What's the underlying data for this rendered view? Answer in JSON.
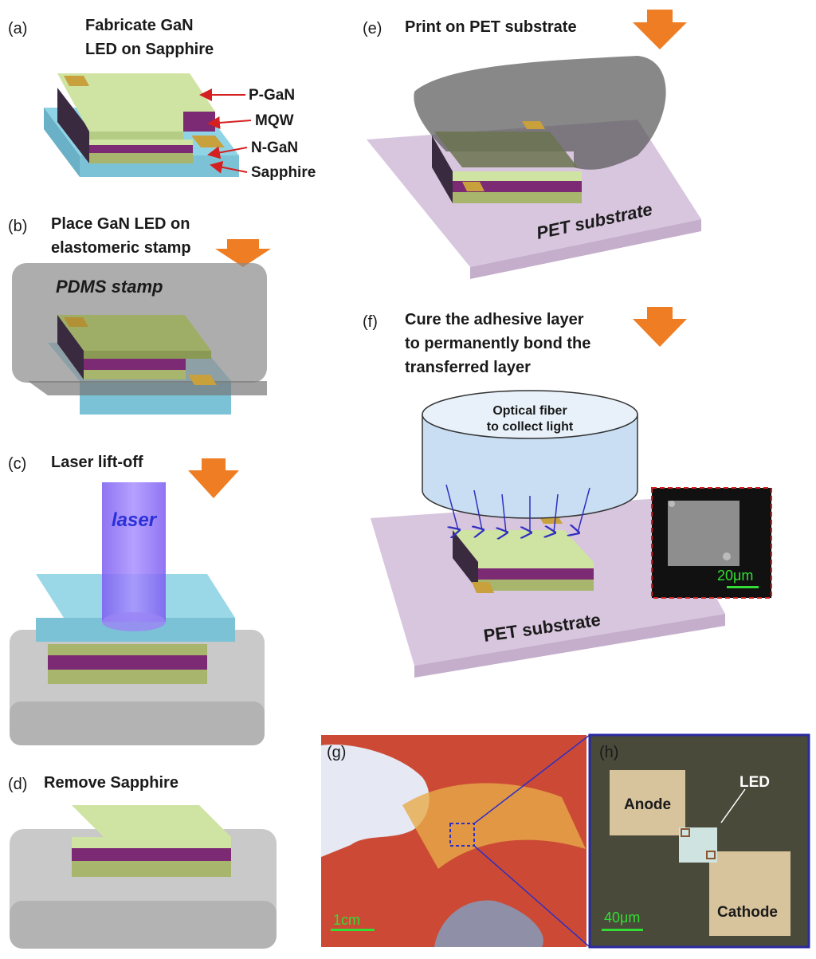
{
  "panels": {
    "a": {
      "letter": "(a)",
      "title_line1": "Fabricate GaN",
      "title_line2": "LED on Sapphire",
      "layers": [
        "P-GaN",
        "MQW",
        "N-GaN",
        "Sapphire"
      ]
    },
    "b": {
      "letter": "(b)",
      "title_line1": "Place GaN LED on",
      "title_line2": "elastomeric stamp",
      "stamp_label": "PDMS stamp"
    },
    "c": {
      "letter": "(c)",
      "title": "Laser lift-off",
      "laser_label": "laser"
    },
    "d": {
      "letter": "(d)",
      "title": "Remove Sapphire"
    },
    "e": {
      "letter": "(e)",
      "title": "Print on PET substrate",
      "substrate_label": "PET substrate"
    },
    "f": {
      "letter": "(f)",
      "title_line1": "Cure the adhesive layer",
      "title_line2": "to permanently bond the",
      "title_line3": "transferred layer",
      "fiber_line1": "Optical fiber",
      "fiber_line2": "to collect light",
      "substrate_label": "PET substrate",
      "scale_bar": "20μm"
    },
    "g": {
      "letter": "(g)",
      "scale_bar": "1cm"
    },
    "h": {
      "letter": "(h)",
      "anode": "Anode",
      "cathode": "Cathode",
      "led": "LED",
      "scale_bar": "40μm"
    }
  },
  "colors": {
    "p_gan": "#cfe3a2",
    "mqw": "#7b2a73",
    "n_gan": "#a8b56d",
    "sapphire": "#8fd4e6",
    "pad": "#c8a03c",
    "stamp": "#9b9b9b",
    "pet": "#d8c5de",
    "arrow": "#ee7d23",
    "laser": "#8a6cf2",
    "fiber": "#c9def2",
    "scale": "#33dd33",
    "photo_bg": "#cc4a35",
    "micro_bg": "#4a4a3a"
  }
}
